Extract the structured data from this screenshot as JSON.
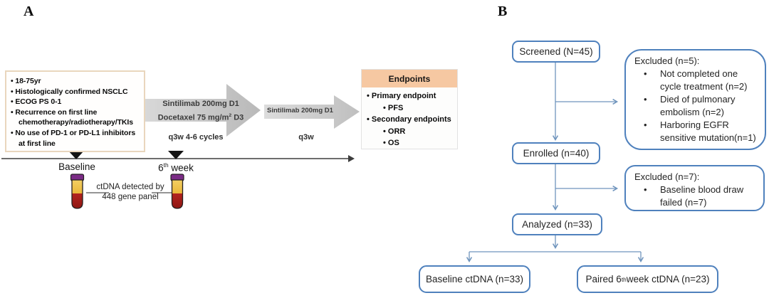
{
  "figure": {
    "panel_a_label": "A",
    "panel_b_label": "B"
  },
  "panel_a": {
    "eligibility": {
      "items": [
        "18-75yr",
        "Histologically confirmed NSCLC",
        "ECOG PS 0-1",
        "Recurrence on first line chemotherapy/radiotherapy/TKIs",
        "No use of PD-1 or PD-L1 inhibitors at first line"
      ]
    },
    "arrow1": {
      "line1": "Sintilimab 200mg D1",
      "line2_pre": "Docetaxel 75 mg/m",
      "line2_sup": "2",
      "line2_post": " D3",
      "schedule": "q3w 4-6 cycles"
    },
    "arrow2": {
      "line1": "Sintilimab 200mg D1",
      "schedule": "q3w"
    },
    "endpoints": {
      "title": "Endpoints",
      "items": [
        {
          "label": "Primary endpoint",
          "children": [
            "PFS"
          ]
        },
        {
          "label": "Secondary endpoints",
          "children": [
            "ORR",
            "OS"
          ]
        }
      ]
    },
    "timeline": {
      "baseline_label": "Baseline",
      "week6_pre": "6",
      "week6_sup": "th",
      "week6_post": " week",
      "ctdna_line1": "ctDNA detected by",
      "ctdna_line2": "448 gene panel"
    }
  },
  "panel_b": {
    "screened": "Screened (N=45)",
    "excluded5": {
      "title": "Excluded (n=5):",
      "bullets": [
        "Not completed one cycle treatment (n=2)",
        "Died of pulmonary embolism (n=2)",
        "Harboring EGFR sensitive mutation(n=1)"
      ]
    },
    "enrolled": "Enrolled (n=40)",
    "excluded7": {
      "title": "Excluded (n=7):",
      "bullets": [
        "Baseline blood draw failed (n=7)"
      ]
    },
    "analyzed": "Analyzed (n=33)",
    "baseline_ctdna": "Baseline ctDNA (n=33)",
    "paired_ctdna_pre": "Paired 6",
    "paired_ctdna_sup": "th",
    "paired_ctdna_post": " week ctDNA (n=23)"
  },
  "colors": {
    "flow_border_blue": "#4f81bd",
    "flow_line_blue": "#6f94bd",
    "endpoints_header_peach": "#f6c8a2",
    "criteria_border_tan": "#e9d6bd",
    "arrow_gray": "#c4c4c4",
    "tube_cap_purple": "#7b2b86",
    "tube_serum_yellow": "#eab73a",
    "tube_blood_red": "#a81e1c"
  }
}
